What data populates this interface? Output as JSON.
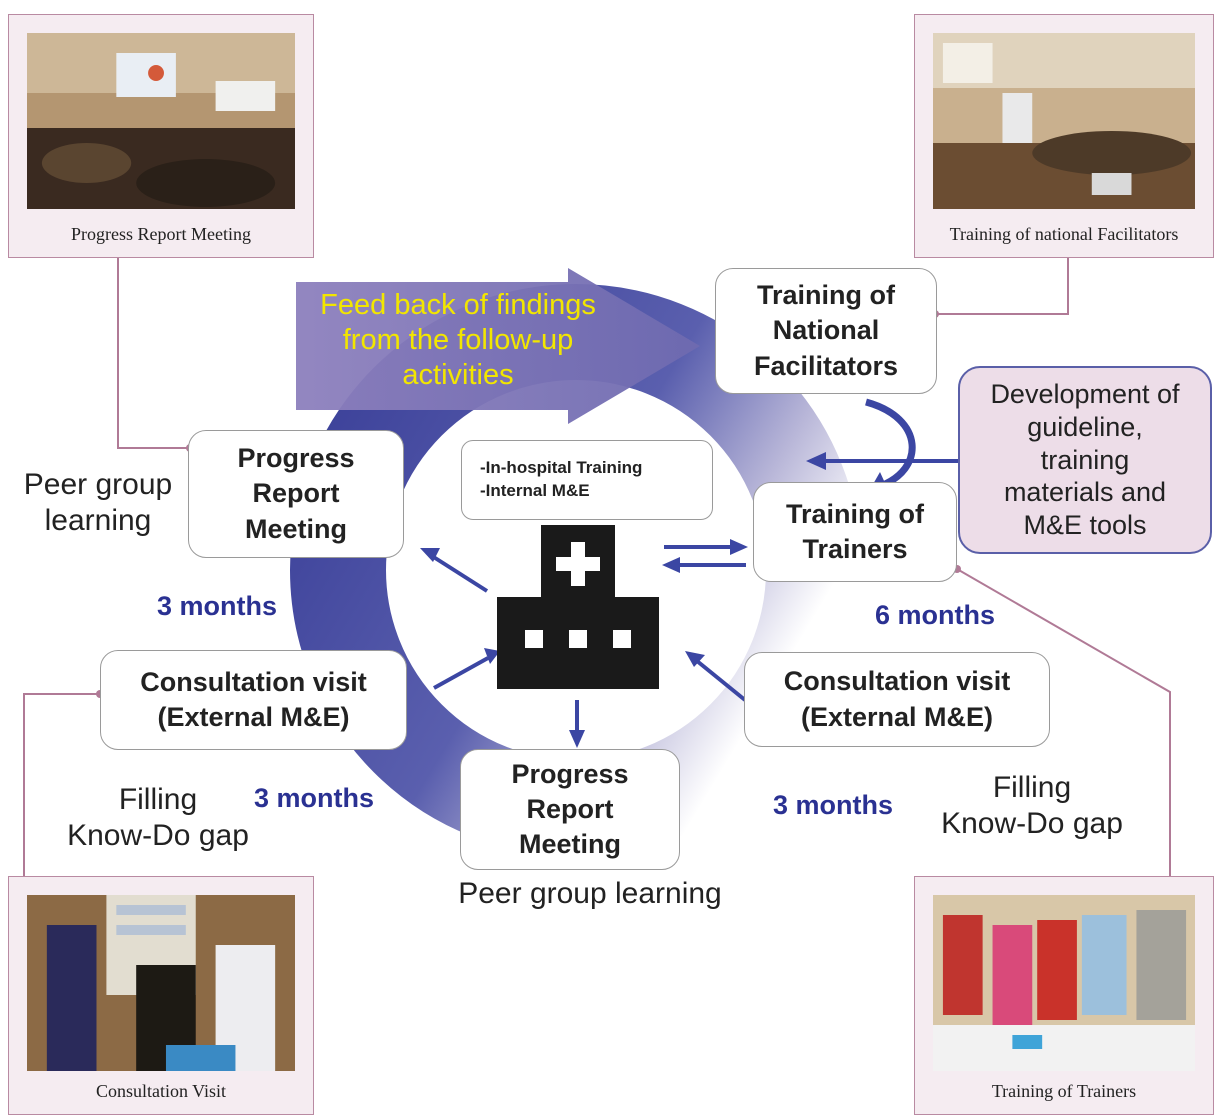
{
  "photos": {
    "top_left": "Progress Report Meeting",
    "top_right": "Training of national Facilitators",
    "bottom_left": "Consultation Visit",
    "bottom_right": "Training of Trainers"
  },
  "feedback_arrow": "Feed back of findings\nfrom the follow-up\nactivities",
  "nodes": {
    "national_facilitators": "Training of\nNational\nFacilitators",
    "trainers": "Training of\nTrainers",
    "consult_right": "Consultation visit\n(External M&E)",
    "progress_bottom": "Progress\nReport\nMeeting",
    "consult_left": "Consultation visit\n(External M&E)",
    "progress_left": "Progress\nReport\nMeeting",
    "center_box": "-In-hospital Training\n-Internal M&E",
    "guideline": "Development of\nguideline,\ntraining\nmaterials and\nM&E tools"
  },
  "durations": {
    "left_top": "3 months",
    "right": "6 months",
    "bottom_left": "3 months",
    "bottom_right": "3 months"
  },
  "labels": {
    "peer_left": "Peer group\nlearning",
    "peer_bottom": "Peer group learning",
    "gap_left": "Filling\nKnow-Do gap",
    "gap_right": "Filling\nKnow-Do gap"
  },
  "colors": {
    "ring": "#3b3f98",
    "arrow": "#3b46a3",
    "guideline_bg": "#eddde8",
    "guideline_border": "#5a5fa8",
    "connector": "#b07a96",
    "months_text": "#2a3192",
    "feedback_text": "#f2e600"
  }
}
